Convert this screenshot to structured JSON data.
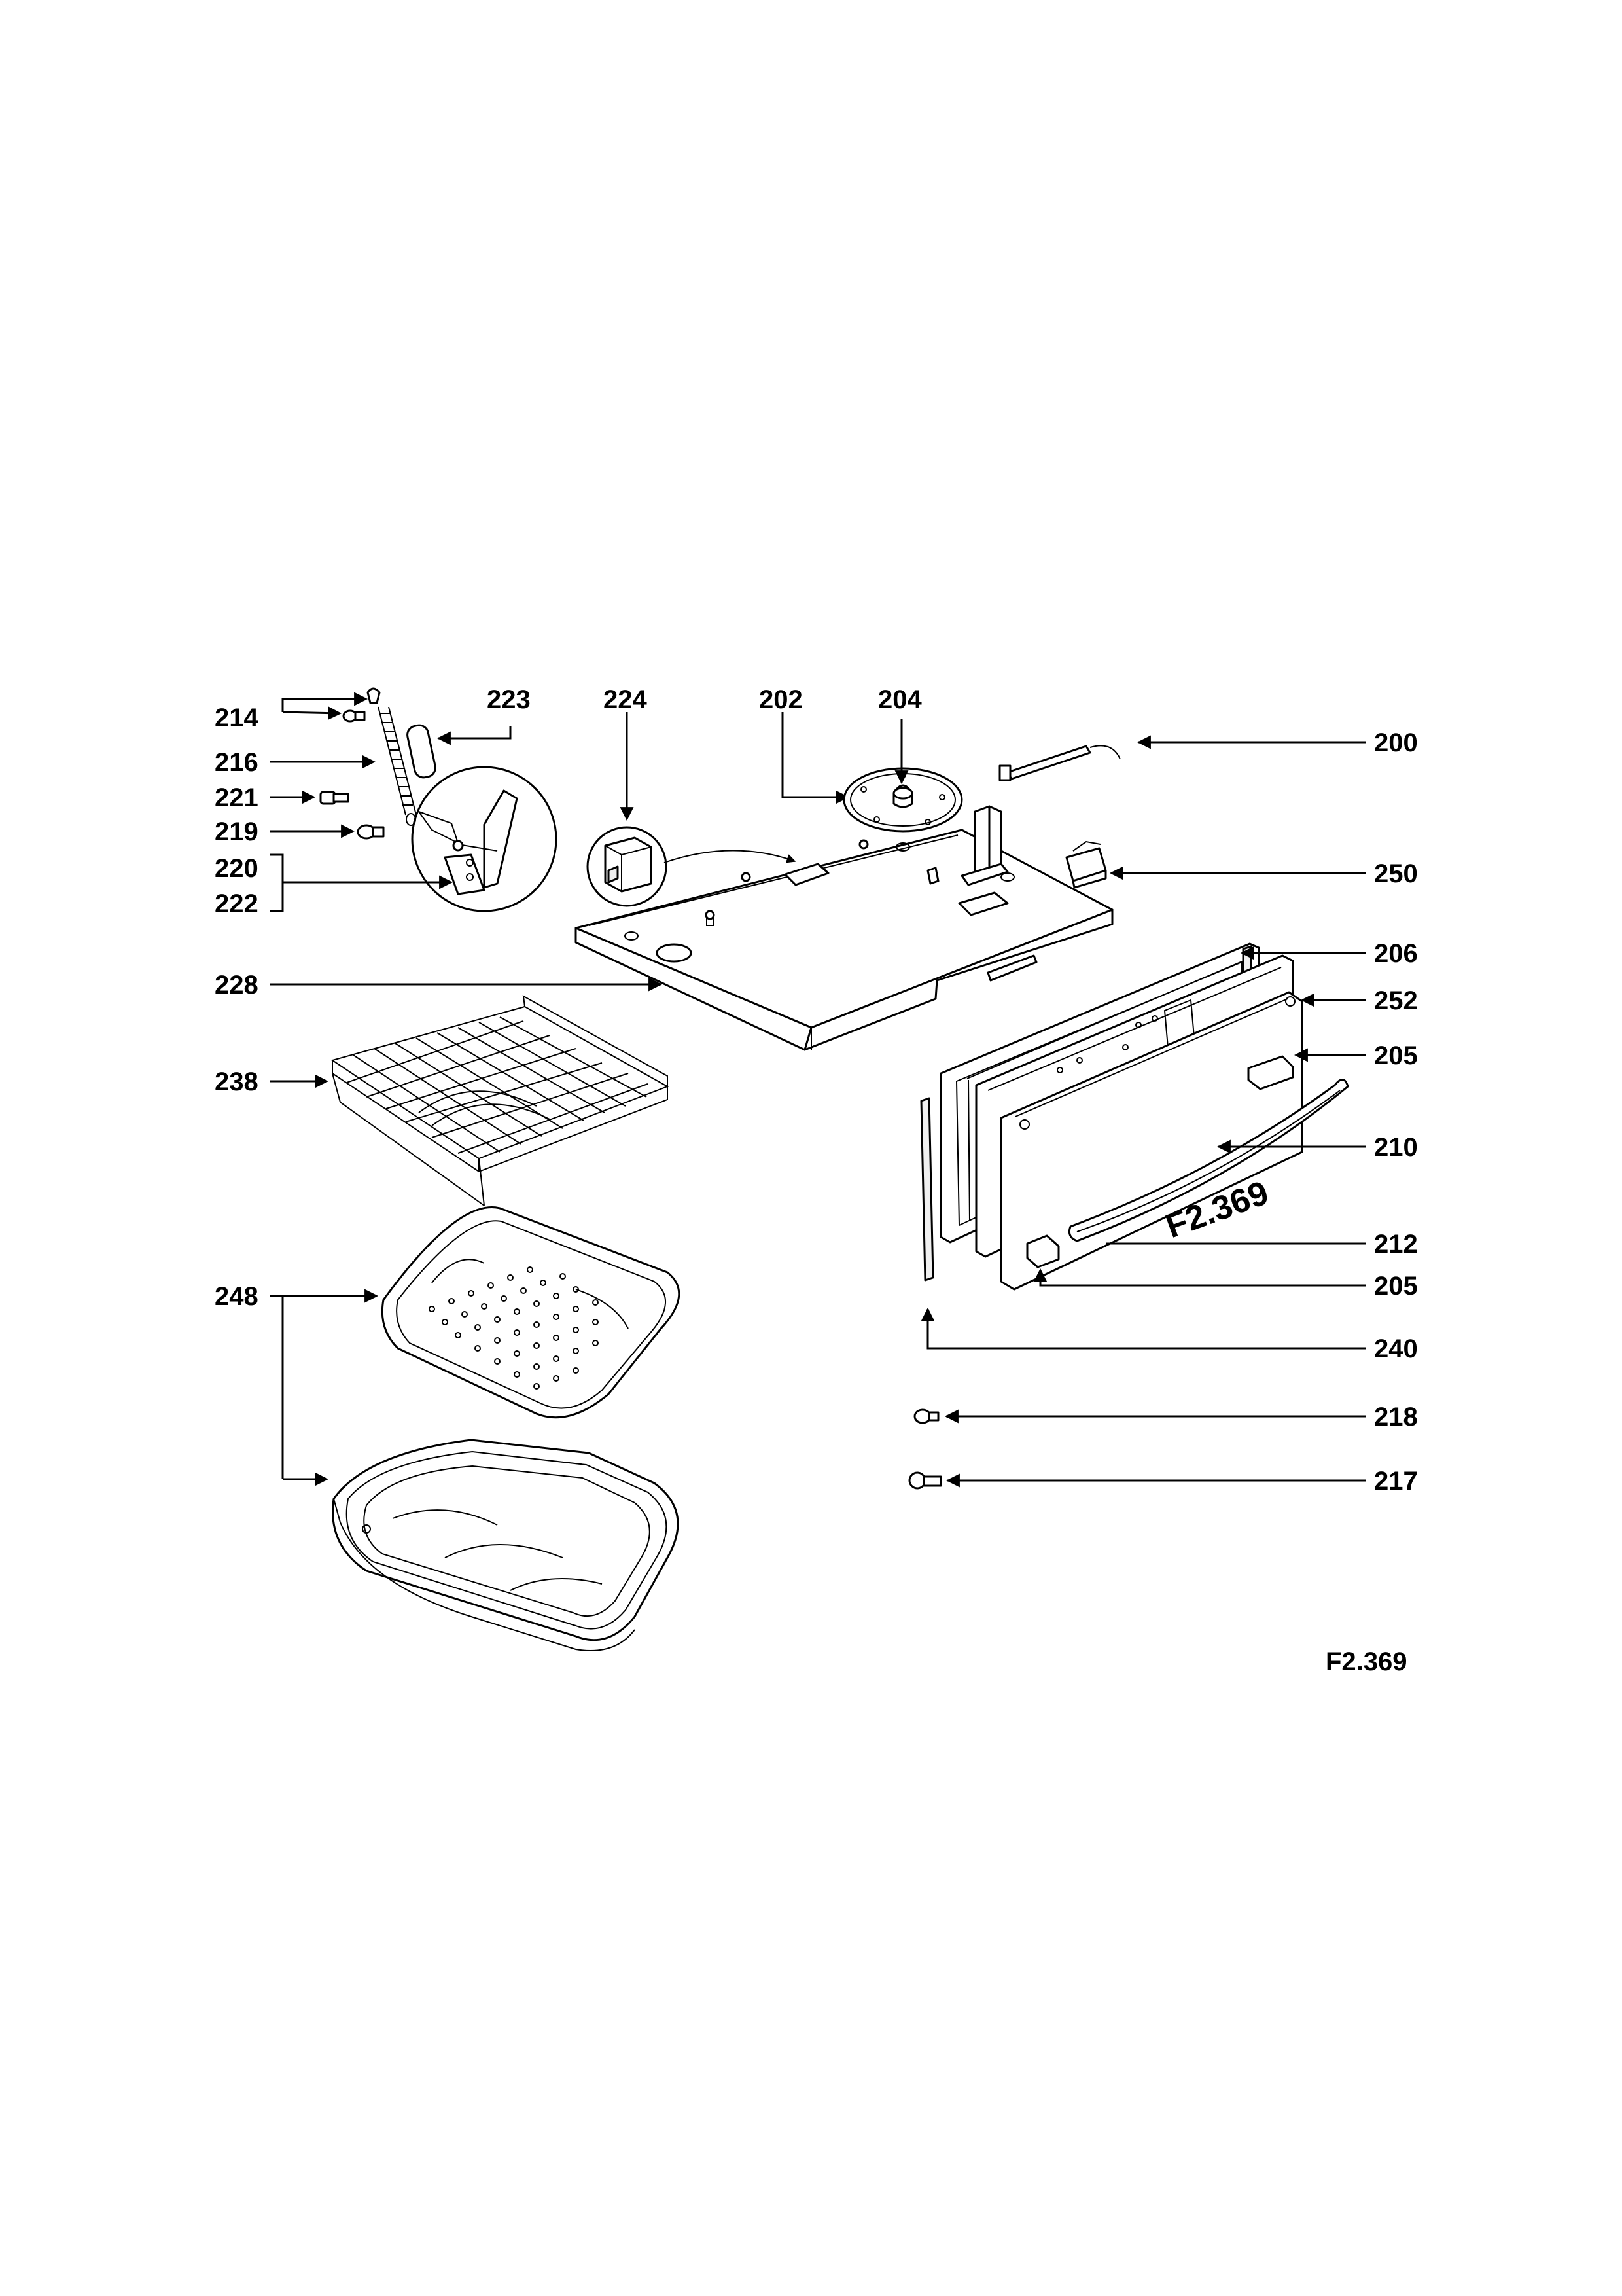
{
  "callouts": [
    {
      "id": "214",
      "text": "214"
    },
    {
      "id": "223",
      "text": "223"
    },
    {
      "id": "224",
      "text": "224"
    },
    {
      "id": "202",
      "text": "202"
    },
    {
      "id": "204",
      "text": "204"
    },
    {
      "id": "200",
      "text": "200"
    },
    {
      "id": "216",
      "text": "216"
    },
    {
      "id": "221",
      "text": "221"
    },
    {
      "id": "219",
      "text": "219"
    },
    {
      "id": "220",
      "text": "220"
    },
    {
      "id": "222",
      "text": "222"
    },
    {
      "id": "250",
      "text": "250"
    },
    {
      "id": "206",
      "text": "206"
    },
    {
      "id": "228",
      "text": "228"
    },
    {
      "id": "252",
      "text": "252"
    },
    {
      "id": "205a",
      "text": "205"
    },
    {
      "id": "238",
      "text": "238"
    },
    {
      "id": "210",
      "text": "210"
    },
    {
      "id": "212",
      "text": "212"
    },
    {
      "id": "205b",
      "text": "205"
    },
    {
      "id": "248",
      "text": "248"
    },
    {
      "id": "240",
      "text": "240"
    },
    {
      "id": "218",
      "text": "218"
    },
    {
      "id": "217",
      "text": "217"
    }
  ],
  "door_stamp": "F2.369",
  "figure_code": "F2.369"
}
